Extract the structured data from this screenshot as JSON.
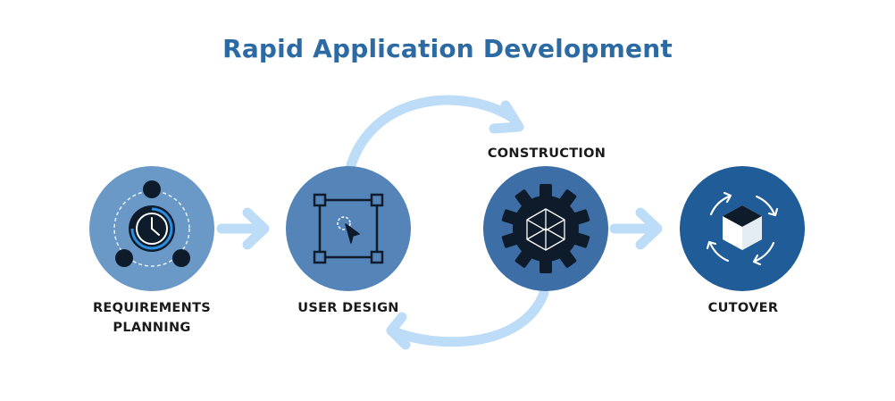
{
  "title": "Rapid Application Development",
  "stages": [
    {
      "label_line1": "REQUIREMENTS",
      "label_line2": "PLANNING",
      "icon": "clock-network-icon",
      "color": "#6b99c7"
    },
    {
      "label_line1": "USER DESIGN",
      "label_line2": "",
      "icon": "design-frame-cursor-icon",
      "color": "#5585b8"
    },
    {
      "label_line1": "CONSTRUCTION",
      "label_line2": "",
      "icon": "gear-cube-icon",
      "color": "#3d6ea6"
    },
    {
      "label_line1": "CUTOVER",
      "label_line2": "",
      "icon": "cycle-cube-icon",
      "color": "#1f5c98"
    }
  ],
  "colors": {
    "title": "#2c6aa3",
    "arrow": "#bcdcf7",
    "label": "#1a1a1a"
  }
}
